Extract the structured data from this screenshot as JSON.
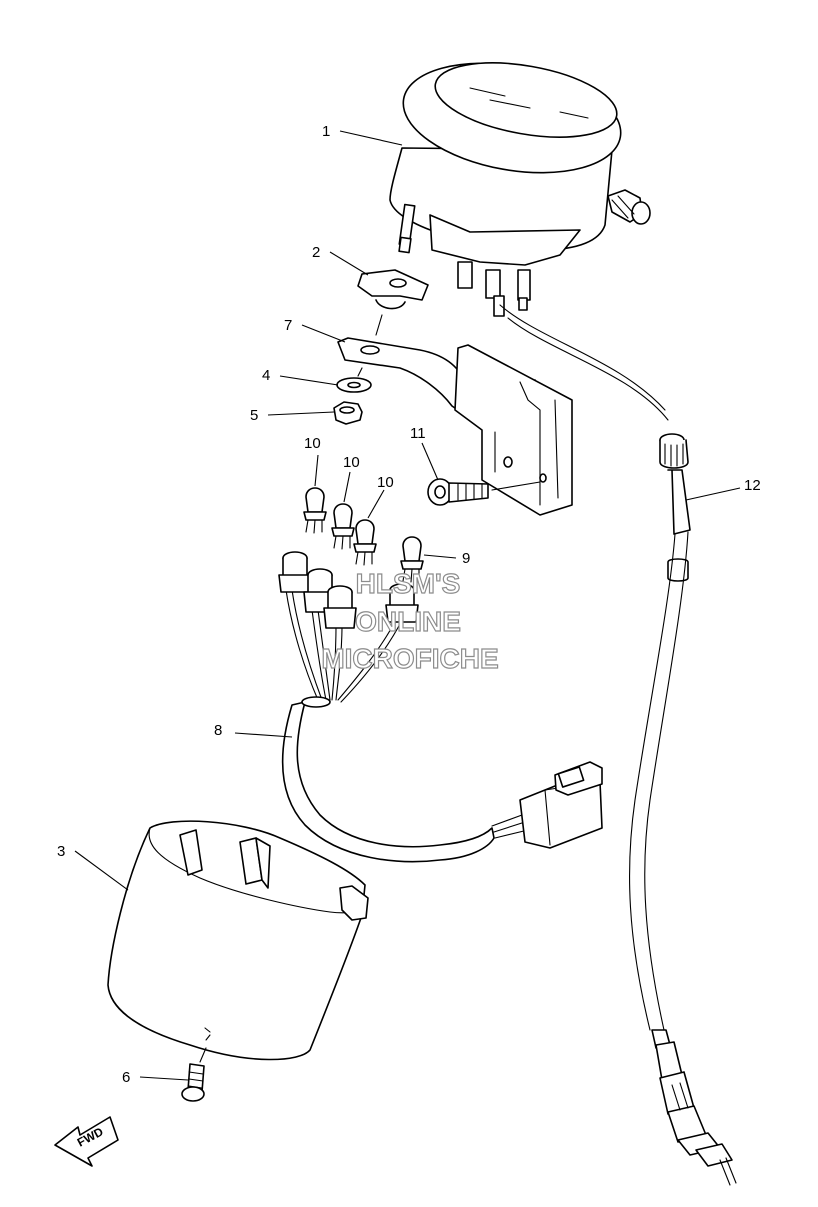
{
  "watermark": {
    "line1": "HLSM'S",
    "line2": "ONLINE",
    "line3": "MICROFICHE"
  },
  "direction_arrow": {
    "label": "FWD",
    "icon": "fwd-arrow-icon"
  },
  "callouts": [
    {
      "id": "1",
      "text": "1",
      "part": "meter-assembly"
    },
    {
      "id": "2",
      "text": "2",
      "part": "damper"
    },
    {
      "id": "7",
      "text": "7",
      "part": "bracket"
    },
    {
      "id": "4",
      "text": "4",
      "part": "washer"
    },
    {
      "id": "5",
      "text": "5",
      "part": "nut"
    },
    {
      "id": "10a",
      "text": "10",
      "part": "bulb"
    },
    {
      "id": "10b",
      "text": "10",
      "part": "bulb"
    },
    {
      "id": "10c",
      "text": "10",
      "part": "bulb"
    },
    {
      "id": "11",
      "text": "11",
      "part": "bolt"
    },
    {
      "id": "9",
      "text": "9",
      "part": "bulb"
    },
    {
      "id": "12",
      "text": "12",
      "part": "meter-cable"
    },
    {
      "id": "8",
      "text": "8",
      "part": "socket-cord"
    },
    {
      "id": "3",
      "text": "3",
      "part": "meter-cover"
    },
    {
      "id": "6",
      "text": "6",
      "part": "screw"
    }
  ]
}
